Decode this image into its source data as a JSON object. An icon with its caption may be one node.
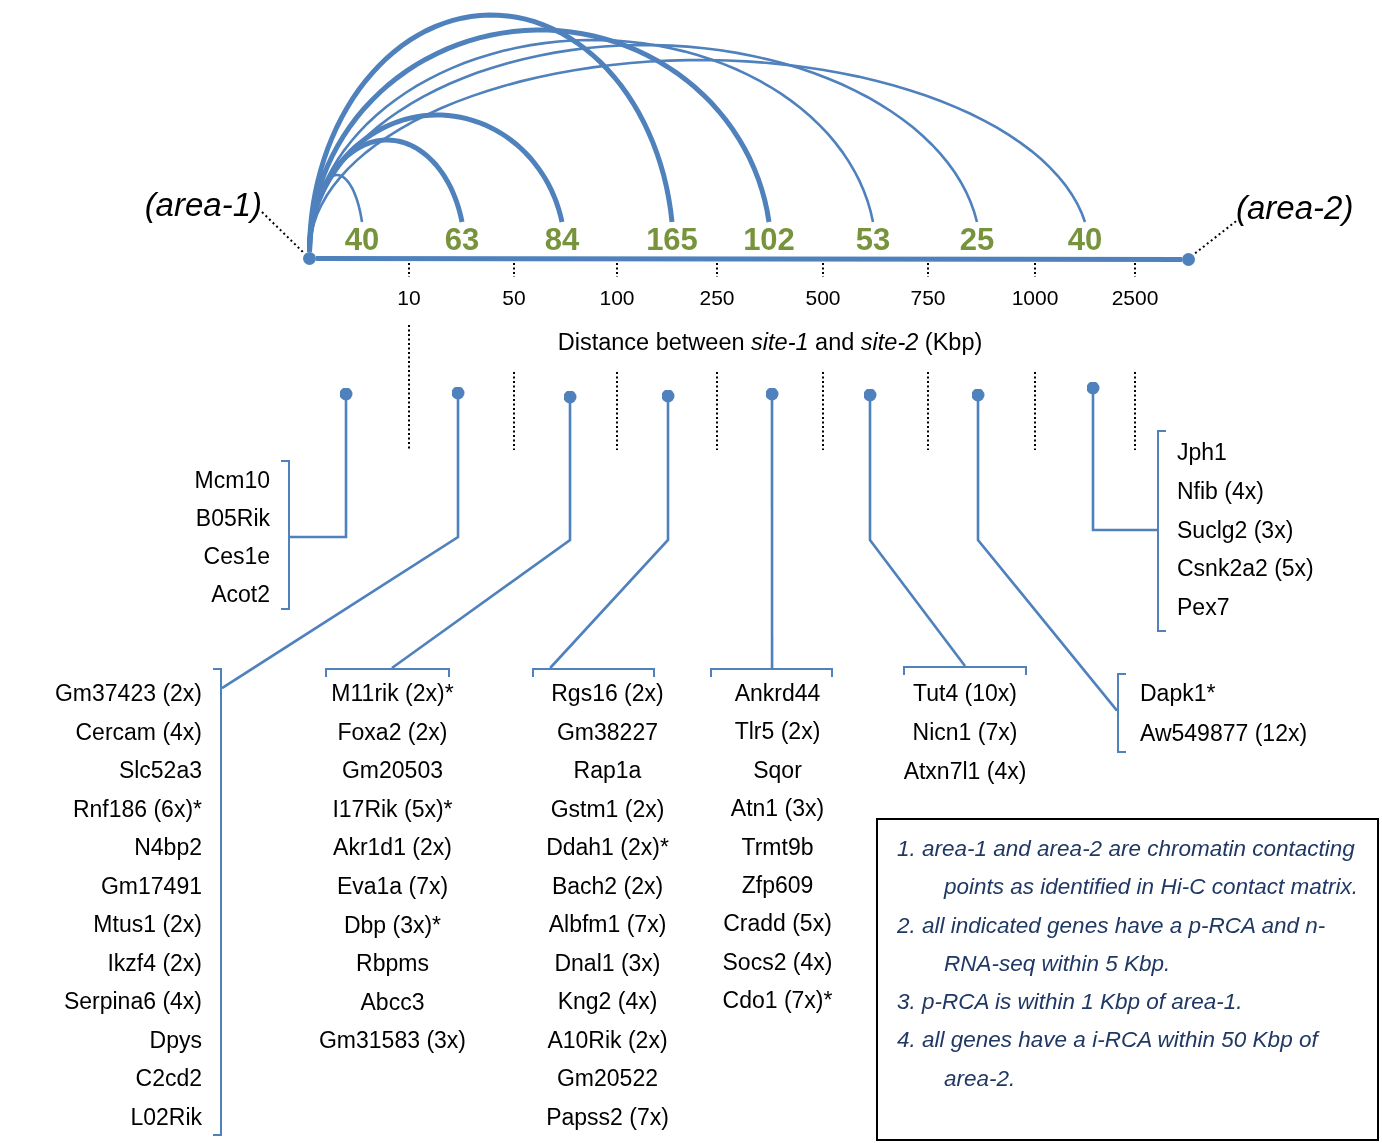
{
  "diagram": {
    "nodes": [
      {
        "text": [
          "(area-1)"
        ]
      },
      {
        "text": [],
        "shape": "circle"
      },
      {
        "text": [
          "(area-2)"
        ]
      },
      {
        "text": [],
        "shape": "circle"
      },
      {
        "text": [
          "40"
        ]
      },
      {
        "text": [
          "63"
        ]
      },
      {
        "text": [
          "84"
        ]
      },
      {
        "text": [
          "165"
        ]
      },
      {
        "text": [
          "102"
        ]
      },
      {
        "text": [
          "53"
        ]
      },
      {
        "text": [
          "25"
        ]
      },
      {
        "text": [
          "40"
        ]
      },
      {
        "text": [
          "Mcm10",
          "B05Rik",
          "Ces1e",
          "Acot2"
        ]
      },
      {
        "text": [
          "Gm37423 (2x)",
          "Cercam (4x)",
          "Slc52a3",
          "Rnf186 (6x)*",
          "N4bp2",
          "Gm17491",
          "Mtus1 (2x)",
          "Ikzf4 (2x)",
          "Serpina6 (4x)",
          "Dpys",
          "C2cd2",
          "L02Rik"
        ]
      },
      {
        "text": [
          "M11rik (2x)*",
          "Foxa2 (2x)",
          "Gm20503",
          "I17Rik (5x)*",
          "Akr1d1 (2x)",
          "Eva1a (7x)",
          "Dbp (3x)*",
          "Rbpms",
          "Abcc3",
          "Gm31583 (3x)"
        ]
      },
      {
        "text": [
          "Rgs16 (2x)",
          "Gm38227",
          "Rap1a",
          "Gstm1 (2x)",
          "Ddah1 (2x)*",
          "Bach2 (2x)",
          "Albfm1 (7x)",
          "Dnal1 (3x)",
          "Kng2 (4x)",
          "A10Rik (2x)",
          "Gm20522",
          "Papss2 (7x)"
        ]
      },
      {
        "text": [
          "Ankrd44",
          "Tlr5 (2x)",
          "Sqor",
          "Atn1 (3x)",
          "Trmt9b",
          "Zfp609",
          "Cradd (5x)",
          "Socs2 (4x)",
          "Cdo1 (7x)*"
        ]
      },
      {
        "text": [
          "Tut4 (10x)",
          "Nicn1 (7x)",
          "Atxn7l1 (4x)"
        ]
      },
      {
        "text": [
          "Dapk1*",
          "Aw549877 (12x)"
        ]
      },
      {
        "text": [
          "Jph1",
          "Nfib (4x)",
          "Suclg2 (3x)",
          "Csnk2a2 (5x)",
          "Pex7"
        ]
      },
      {
        "text": [
          "1. area-1 and area-2 are chromatin contacting points as identified in Hi-C contact matrix.",
          "2. all indicated genes have a p-RCA and n-RNA-seq within 5 Kbp.",
          "3. p-RCA is within 1 Kbp of area-1.",
          "4. all genes have a i-RCA within 50 Kbp of area-2."
        ]
      }
    ],
    "edges": [
      {
        "from": 0,
        "to": 1,
        "arrow": "none",
        "style": "dashed",
        "color": "#000000"
      },
      {
        "from": 2,
        "to": 3,
        "arrow": "none",
        "style": "dashed",
        "color": "#000000"
      },
      {
        "from": 1,
        "to": 3,
        "arrow": "none",
        "style": "thick"
      },
      {
        "from": 1,
        "to": 4,
        "arrow": "none"
      },
      {
        "from": 1,
        "to": 5,
        "arrow": "none",
        "style": "thick"
      },
      {
        "from": 1,
        "to": 6,
        "arrow": "none",
        "style": "thick"
      },
      {
        "from": 1,
        "to": 7,
        "arrow": "none",
        "style": "thick"
      },
      {
        "from": 1,
        "to": 8,
        "arrow": "none",
        "style": "thick"
      },
      {
        "from": 1,
        "to": 9,
        "arrow": "none"
      },
      {
        "from": 1,
        "to": 10,
        "arrow": "none"
      },
      {
        "from": 1,
        "to": 11,
        "arrow": "none"
      },
      {
        "from": null,
        "to": 12,
        "arrow": "other"
      },
      {
        "from": null,
        "to": 13,
        "arrow": "other"
      },
      {
        "from": null,
        "to": 14,
        "arrow": "other"
      },
      {
        "from": null,
        "to": 15,
        "arrow": "other"
      },
      {
        "from": null,
        "to": 16,
        "arrow": "other"
      },
      {
        "from": null,
        "to": 17,
        "arrow": "other"
      },
      {
        "from": null,
        "to": 18,
        "arrow": "other"
      },
      {
        "from": null,
        "to": 19,
        "arrow": "other"
      }
    ],
    "labels": [
      "10",
      "50",
      "100",
      "250",
      "500",
      "750",
      "1000",
      "2500",
      "Distance between *site-1* and *site-2* (Kbp)"
    ]
  }
}
